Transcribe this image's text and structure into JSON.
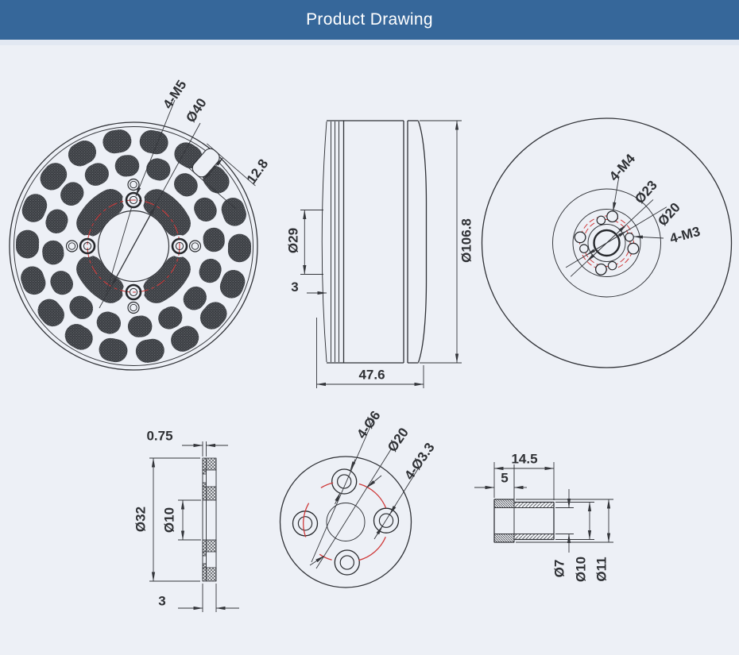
{
  "header": {
    "title": "Product Drawing"
  },
  "colors": {
    "header_bg": "#36679a",
    "background": "#edf0f6",
    "line": "#34363b",
    "red_accent": "#cf3939",
    "mesh_dark": "#3a3d42"
  },
  "views": {
    "front": {
      "labels": {
        "m5": "4-M5",
        "d40": "Ø40",
        "slot": "12.8"
      }
    },
    "side": {
      "labels": {
        "d29": "Ø29",
        "t3": "3",
        "d106": "Ø106.8",
        "len": "47.6"
      }
    },
    "rear": {
      "labels": {
        "m4": "4-M4",
        "d23": "Ø23",
        "d20": "Ø20",
        "m3": "4-M3"
      }
    },
    "washer": {
      "labels": {
        "lip": "0.75",
        "od": "Ø32",
        "id": "Ø10",
        "th": "3"
      }
    },
    "flange": {
      "labels": {
        "cb": "4-Ø6",
        "bc": "Ø20",
        "holes": "4-Ø3.3"
      }
    },
    "sleeve": {
      "labels": {
        "len": "14.5",
        "step": "5",
        "d7": "Ø7",
        "d10": "Ø10",
        "d11": "Ø11"
      }
    }
  }
}
